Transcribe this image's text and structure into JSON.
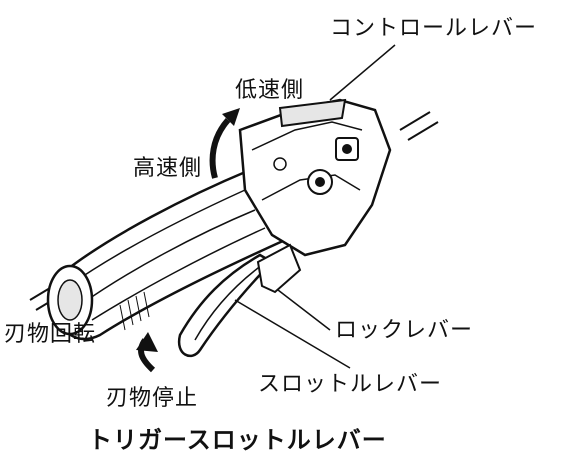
{
  "labels": {
    "control_lever": "コントロールレバー",
    "low_speed": "低速側",
    "high_speed": "高速側",
    "blade_rotation": "刃物回転",
    "blade_stop": "刃物停止",
    "lock_lever": "ロックレバー",
    "throttle_lever": "スロットルレバー"
  },
  "caption": "トリガースロットルレバー",
  "colors": {
    "line": "#111111",
    "fill": "#ffffff",
    "shade": "#e6e6e6"
  }
}
